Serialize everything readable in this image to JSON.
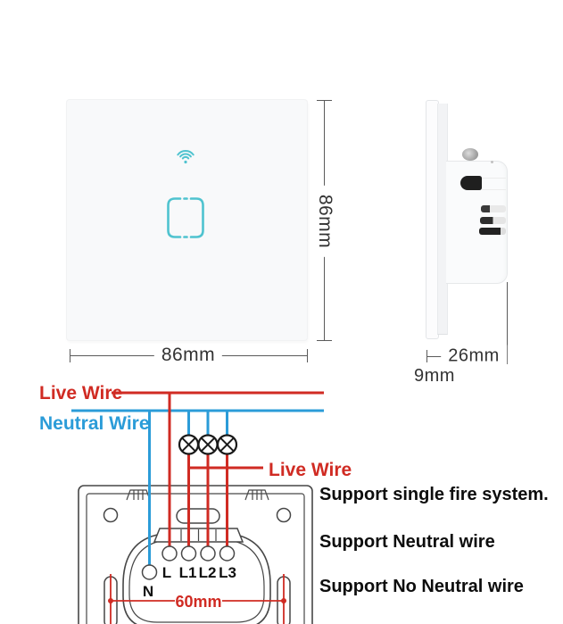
{
  "front_view": {
    "width_label": "86mm",
    "height_label": "86mm"
  },
  "side_view": {
    "depth_label": "26mm",
    "glass_thickness_label": "9mm"
  },
  "wiring_diagram": {
    "live_wire_top_label": "Live Wire",
    "neutral_wire_label": "Neutral Wire",
    "live_wire_lamp_label": "Live Wire",
    "terminals": [
      "L",
      "L1",
      "L2",
      "L3"
    ],
    "neutral_terminal_label": "N",
    "mount_hole_distance_label": "60mm"
  },
  "features": [
    "Support single fire system.",
    "Support Neutral wire",
    "Support No Neutral wire"
  ],
  "icons": {
    "wifi": "wifi-icon",
    "touch_button": "touch-button-outline",
    "lamp": "lamp-symbol"
  },
  "colors": {
    "accent_teal": "#4fc3cf",
    "live_red": "#d02b23",
    "neutral_blue": "#2b9cd8",
    "outline_gray": "#474747"
  }
}
